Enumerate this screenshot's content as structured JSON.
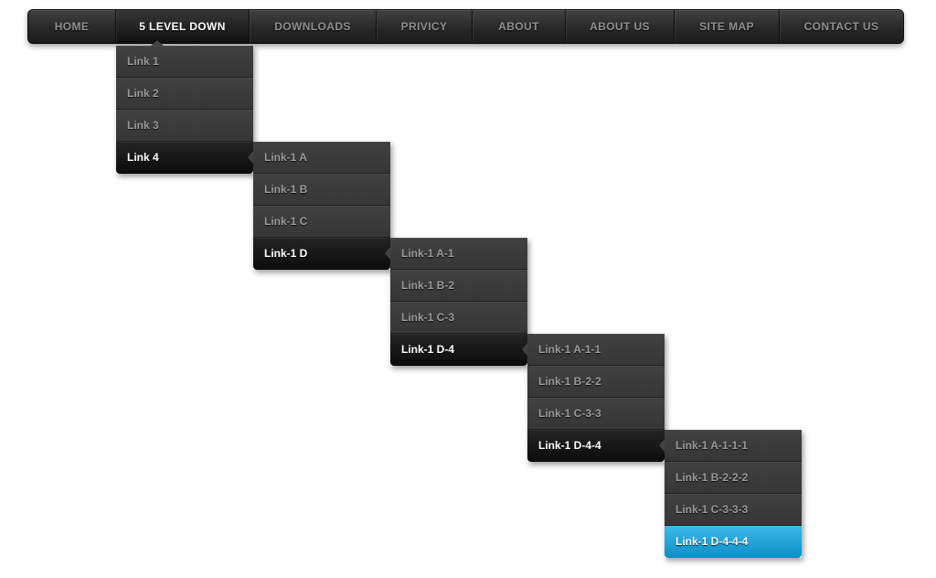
{
  "colors": {
    "page_bg": "#ffffff",
    "navbar_top": "#414141",
    "navbar_bottom": "#1c1c1c",
    "menu_item_bg": "#3b3b3b",
    "menu_item_text": "#9a9a9a",
    "open_item_bg": "#121212",
    "open_item_text": "#ffffff",
    "selected_blue_top": "#3ab9e9",
    "selected_blue_bottom": "#0d8fc7"
  },
  "nav": {
    "items": [
      {
        "label": "HOME",
        "active": false
      },
      {
        "label": "5 LEVEL DOWN",
        "active": true
      },
      {
        "label": "DOWNLOADS",
        "active": false
      },
      {
        "label": "PRIVICY",
        "active": false
      },
      {
        "label": "ABOUT",
        "active": false
      },
      {
        "label": "ABOUT US",
        "active": false
      },
      {
        "label": "SITE MAP",
        "active": false
      },
      {
        "label": "CONTACT US",
        "active": false
      }
    ]
  },
  "menus": [
    {
      "name": "level-1",
      "items": [
        {
          "label": "Link 1",
          "state": "normal"
        },
        {
          "label": "Link 2",
          "state": "normal"
        },
        {
          "label": "Link 3",
          "state": "normal"
        },
        {
          "label": "Link 4",
          "state": "open"
        }
      ]
    },
    {
      "name": "level-2",
      "items": [
        {
          "label": "Link-1 A",
          "state": "normal"
        },
        {
          "label": "Link-1 B",
          "state": "normal"
        },
        {
          "label": "Link-1 C",
          "state": "normal"
        },
        {
          "label": "Link-1 D",
          "state": "open"
        }
      ]
    },
    {
      "name": "level-3",
      "items": [
        {
          "label": "Link-1 A-1",
          "state": "normal"
        },
        {
          "label": "Link-1 B-2",
          "state": "normal"
        },
        {
          "label": "Link-1 C-3",
          "state": "normal"
        },
        {
          "label": "Link-1 D-4",
          "state": "open"
        }
      ]
    },
    {
      "name": "level-4",
      "items": [
        {
          "label": "Link-1 A-1-1",
          "state": "normal"
        },
        {
          "label": "Link-1 B-2-2",
          "state": "normal"
        },
        {
          "label": "Link-1 C-3-3",
          "state": "normal"
        },
        {
          "label": "Link-1 D-4-4",
          "state": "open"
        }
      ]
    },
    {
      "name": "level-5",
      "items": [
        {
          "label": "Link-1 A-1-1-1",
          "state": "normal"
        },
        {
          "label": "Link-1 B-2-2-2",
          "state": "normal"
        },
        {
          "label": "Link-1 C-3-3-3",
          "state": "normal"
        },
        {
          "label": "Link-1 D-4-4-4",
          "state": "selected"
        }
      ]
    }
  ]
}
